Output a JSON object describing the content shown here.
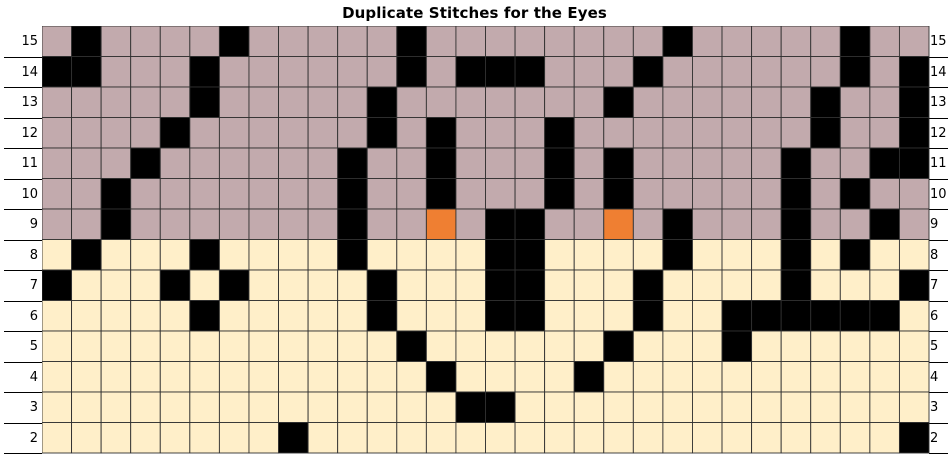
{
  "title": "Duplicate Stitches for the Eyes",
  "rows": [
    "15",
    "14",
    "13",
    "12",
    "11",
    "10",
    "9",
    "8",
    "7",
    "6",
    "5",
    "4",
    "3",
    "2"
  ],
  "colors": {
    "B": "#c2aaad",
    "L": "#ffefc9",
    "K": "#000000",
    "O": "#ef7f32",
    "grid": "#303030"
  },
  "cells": [
    "BKBBBBKBBBBBKBBBBBBBBKBBBBBKBB",
    "KKBBBKBBBBBBKBKKKBBBKBBBBBBKBK",
    "BBBBBKBBBBBKBBBBBBBKBBBBBBKBBK",
    "BBBBKBBBBBBKBKBBBKBBBBBBBBKBBK",
    "BBBKBBBBBBKBBKBBBKBKBBBBBKBBKK",
    "BBKBBBBBBBKBBKBBBKBKBBBBBKBKBB",
    "BBKBBBBBBBKBBOBKKBBOBKBBBKBBKB",
    "LKLLLKLLLLKLLLLKKLLLLKLLLKLKLL",
    "KLLLKLKLLLLKLLLKKLLLKLLLLKLLLK",
    "LLLLLKLLLLLKLLLKKLLLKLLKKKKKKL",
    "LLLLLLLLLLLLKLLLLLLKLLLKLLLLLL",
    "LLLLLLLLLLLLLKLLLLKLLLLLLLLLLL",
    "LLLLLLLLLLLLLLKKLLLLLLLLLLLLLL",
    "LLLLLLLLKLLLLLLLLLLLLLLLLLLLLK"
  ]
}
